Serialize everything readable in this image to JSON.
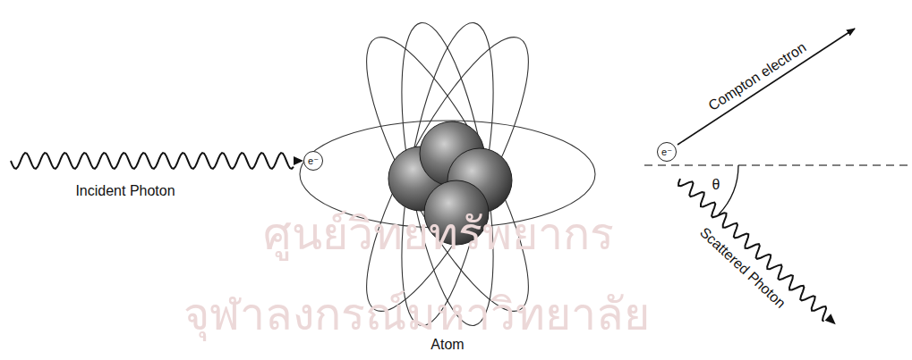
{
  "diagram": {
    "nodes": [
      {
        "text": [
          "e⁻"
        ]
      },
      {
        "text": [
          "e⁻"
        ]
      }
    ],
    "labels": [
      "ศูนย์วิทยทรัพยากร",
      "จุฬาลงกรณ์มหาวิทยาลัย",
      "Incident Photon",
      "Atom",
      "Compton electron",
      "Scattered Photon",
      "θ"
    ]
  }
}
